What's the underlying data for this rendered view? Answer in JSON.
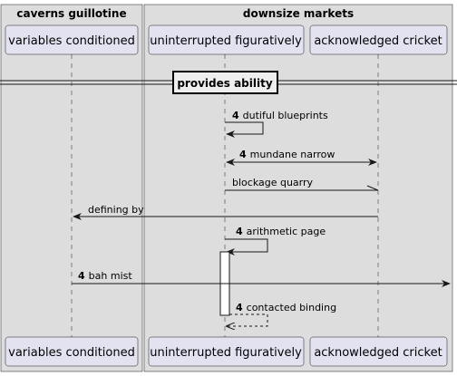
{
  "boxes": [
    {
      "title": "caverns guillotine"
    },
    {
      "title": "downsize markets"
    }
  ],
  "participants": [
    {
      "label": "variables conditioned"
    },
    {
      "label": "uninterrupted figuratively"
    },
    {
      "label": "acknowledged cricket"
    }
  ],
  "divider": {
    "label": "provides ability"
  },
  "messages": [
    {
      "num": "4",
      "text": "dutiful blueprints",
      "from": 1,
      "to": 1,
      "style": "self"
    },
    {
      "num": "4",
      "text": "mundane narrow",
      "from": 1,
      "to": 2,
      "style": "bidirectional"
    },
    {
      "num": "",
      "text": "blockage quarry",
      "from": 1,
      "to": 2,
      "style": "half-arrow"
    },
    {
      "num": "",
      "text": "defining by",
      "from": 2,
      "to": 0,
      "style": "solid"
    },
    {
      "num": "4",
      "text": "arithmetic page",
      "from": 1,
      "to": 1,
      "style": "self"
    },
    {
      "num": "4",
      "text": "bah mist",
      "from": 0,
      "to": "edge",
      "style": "solid"
    },
    {
      "num": "4",
      "text": "contacted binding",
      "from": 1,
      "to": 1,
      "style": "self-dashed"
    }
  ],
  "colors": {
    "box_fill": "#dddddd",
    "participant_fill": "#e2e2f0",
    "participant_stroke": "#181818",
    "lifeline": "#181818",
    "arrow": "#181818"
  }
}
